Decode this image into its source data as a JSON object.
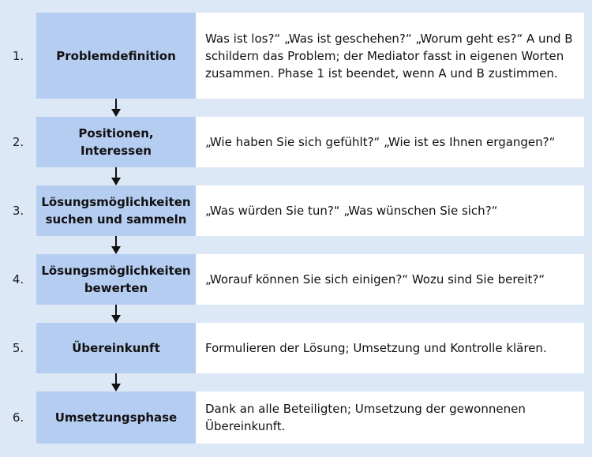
{
  "steps": [
    {
      "number": "1.",
      "title": "Problemdefinition",
      "description": "Was ist los?“ „Was ist geschehen?“ „Worum geht es?“ A und B schildern das Problem; der Mediator fasst in eigenen Worten zusammen. Phase 1 ist beendet, wenn A und B zustimmen."
    },
    {
      "number": "2.",
      "title": "Positionen, Interessen",
      "description": "„Wie haben Sie sich gefühlt?“ „Wie ist es Ihnen ergangen?“"
    },
    {
      "number": "3.",
      "title": "Lösungsmöglichkeiten suchen und sammeln",
      "description": "„Was würden Sie tun?“ „Was wünschen Sie sich?“"
    },
    {
      "number": "4.",
      "title": "Lösungsmöglichkeiten bewerten",
      "description": "„Worauf können Sie sich einigen?“ Wozu sind Sie bereit?“"
    },
    {
      "number": "5.",
      "title": "Übereinkunft",
      "description": "Formulieren der Lösung; Umsetzung und Kontrolle klären."
    },
    {
      "number": "6.",
      "title": "Umsetzungsphase",
      "description": "Dank an alle Beteiligten; Umsetzung der gewonnenen Übereinkunft."
    }
  ],
  "colors": {
    "background": "#dde8f7",
    "title_cell": "#b6cdf2",
    "description_cell": "#ffffff",
    "arrow": "#111111"
  }
}
